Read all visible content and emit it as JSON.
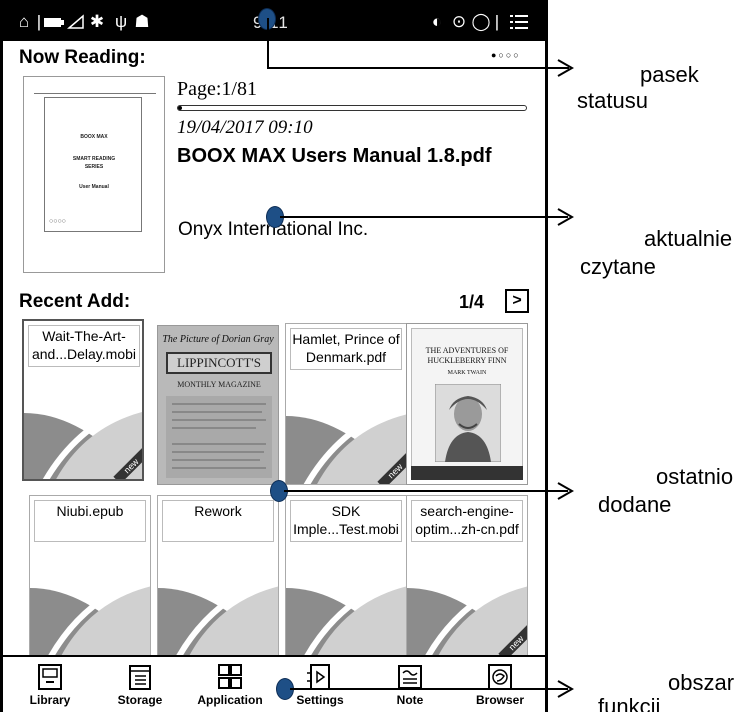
{
  "status_bar": {
    "clock": "9:11",
    "icons_left": [
      "home-icon",
      "battery-icon",
      "bluetooth-icon",
      "usb-icon",
      "lock-icon"
    ],
    "icons_right": [
      "refresh-icon",
      "sync-icon",
      "circle-icon",
      "menu-icon"
    ]
  },
  "now_reading": {
    "label": "Now Reading:",
    "page_indicator_dots": "●○○○",
    "page": "Page:1/81",
    "progress": 0.012,
    "datetime": "19/04/2017 09:10",
    "title": "BOOX MAX Users Manual 1.8.pdf",
    "publisher": "Onyx International Inc.",
    "cover": {
      "line1": "BOOX MAX",
      "line2": "SMART READING",
      "line3": "SERIES",
      "line4": "User Manual",
      "footer": "○○○○"
    }
  },
  "recent": {
    "label": "Recent Add:",
    "page": "1/4",
    "next_symbol": ">",
    "items": [
      {
        "name": "Wait-The-Art-and...Delay.mobi",
        "line1": "Wait-The-Art-",
        "line2": "and...Delay.mobi",
        "new": "new"
      },
      {
        "name": "The Picture of Dorian Gray",
        "line1": "The Picture of Dorian Gray",
        "line2": "LIPPINCOTT'S",
        "line3": "MONTHLY MAGAZINE"
      },
      {
        "name": "Hamlet, Prince of Denmark.pdf",
        "line1": "Hamlet, Prince of",
        "line2": "Denmark.pdf",
        "new": "new"
      },
      {
        "name": "The Adventures of Huckleberry Finn",
        "line1": "THE ADVENTURES OF",
        "line2": "HUCKLEBERRY FINN",
        "line3": "MARK TWAIN"
      },
      {
        "name": "Niubi.epub",
        "line1": "Niubi.epub",
        "line2": ""
      },
      {
        "name": "Rework",
        "line1": "Rework",
        "line2": ""
      },
      {
        "name": "SDK Imple...Test.mobi",
        "line1": "SDK",
        "line2": "Imple...Test.mobi"
      },
      {
        "name": "search-engine-optim...zh-cn.pdf",
        "line1": "search-engine-",
        "line2": "optim...zh-cn.pdf",
        "new": "new"
      }
    ]
  },
  "function_bar": {
    "items": [
      {
        "label": "Library",
        "icon": "library-icon"
      },
      {
        "label": "Storage",
        "icon": "storage-icon"
      },
      {
        "label": "Application",
        "icon": "application-icon"
      },
      {
        "label": "Settings",
        "icon": "settings-icon"
      },
      {
        "label": "Note",
        "icon": "note-icon"
      },
      {
        "label": "Browser",
        "icon": "browser-icon"
      }
    ]
  },
  "callouts": {
    "status": {
      "line1": "pasek",
      "line2": "statusu"
    },
    "current": {
      "line1": "aktualnie",
      "line2": "czytane"
    },
    "recent": {
      "line1": "ostatnio",
      "line2": "dodane"
    },
    "function": {
      "line1": "obszar",
      "line2": "funkcji"
    }
  }
}
